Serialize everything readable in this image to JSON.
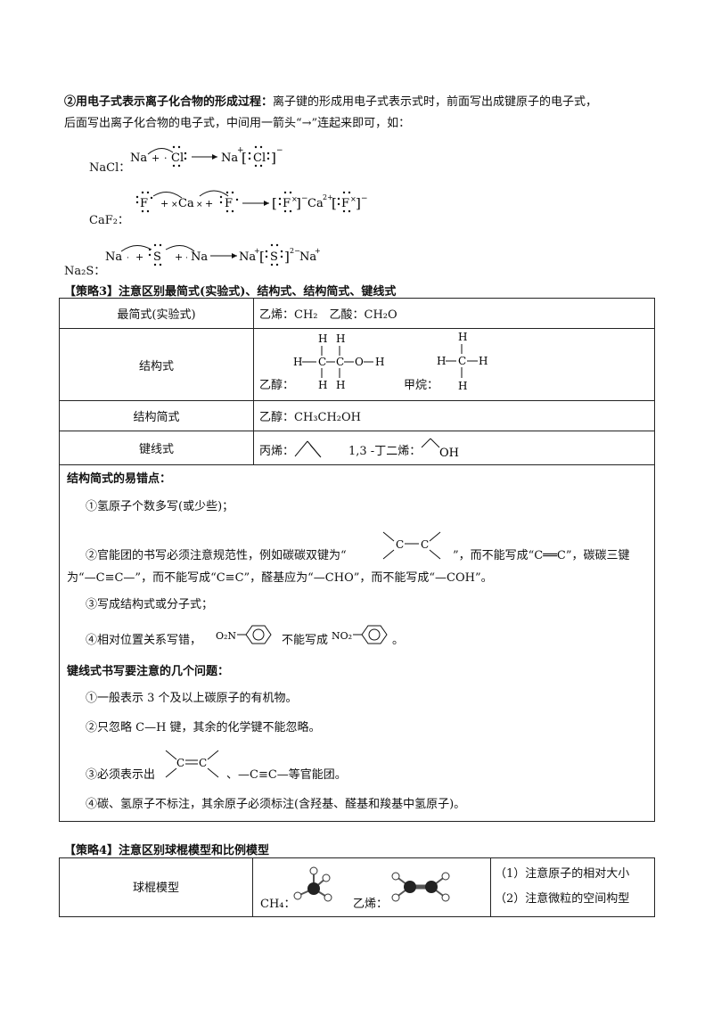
{
  "intro": {
    "heading": "②用电子式表示离子化合物的形成过程：",
    "text1": "离子键的形成用电子式表示式时，前面写出成键原子的电子式，",
    "text2": "后面写出离子化合物的电子式，中间用一箭头“→”连起来即可，如："
  },
  "examples": {
    "nacl_label": "NaCl：",
    "caf2_label": "CaF₂：",
    "na2s_label": "Na₂S："
  },
  "strategy3": {
    "title": "【策略3】注意区别最简式(实验式)、结构式、结构简式、键线式",
    "rows": [
      {
        "label": "最简式(实验式)",
        "content": "乙烯：CH₂　乙酸：CH₂O"
      },
      {
        "label": "结构式",
        "ethanol": "乙醇：",
        "methane": "甲烷："
      },
      {
        "label": "结构简式",
        "content": "乙醇：CH₃CH₂OH"
      },
      {
        "label": "键线式",
        "propene": "丙烯：",
        "butadiene": "1,3 -丁二烯："
      }
    ]
  },
  "notes": {
    "title1": "结构简式的易错点：",
    "item1": "①氢原子个数多写(或少些)；",
    "item2a": "②官能团的书写必须注意规范性，例如碳碳双键为“",
    "item2b": "”，而不能写成“C══C”，碳碳三键",
    "item2c": "为“—C≡C—”，而不能写成“C≡C”，醛基应为“—CHO”，而不能写成“—COH”。",
    "item3": "③写成结构式或分子式；",
    "item4a": "④相对位置关系写错，",
    "item4b": "不能写成",
    "item4c": "。",
    "title2": "键线式书写要注意的几个问题：",
    "item5": "①一般表示 3 个及以上碳原子的有机物。",
    "item6": "②只忽略 C—H 键，其余的化学键不能忽略。",
    "item7a": "③必须表示出",
    "item7b": "、—C≡C—等官能团。",
    "item8": "④碳、氢原子不标注，其余原子必须标注(含羟基、醛基和羧基中氢原子)。"
  },
  "strategy4": {
    "title": "【策略4】注意区别球棍模型和比例模型",
    "row_label": "球棍模型",
    "ch4": "CH₄：",
    "ethylene": "乙烯：",
    "note1": "（1）注意原子的相对大小",
    "note2": "（2）注意微粒的空间构型"
  }
}
